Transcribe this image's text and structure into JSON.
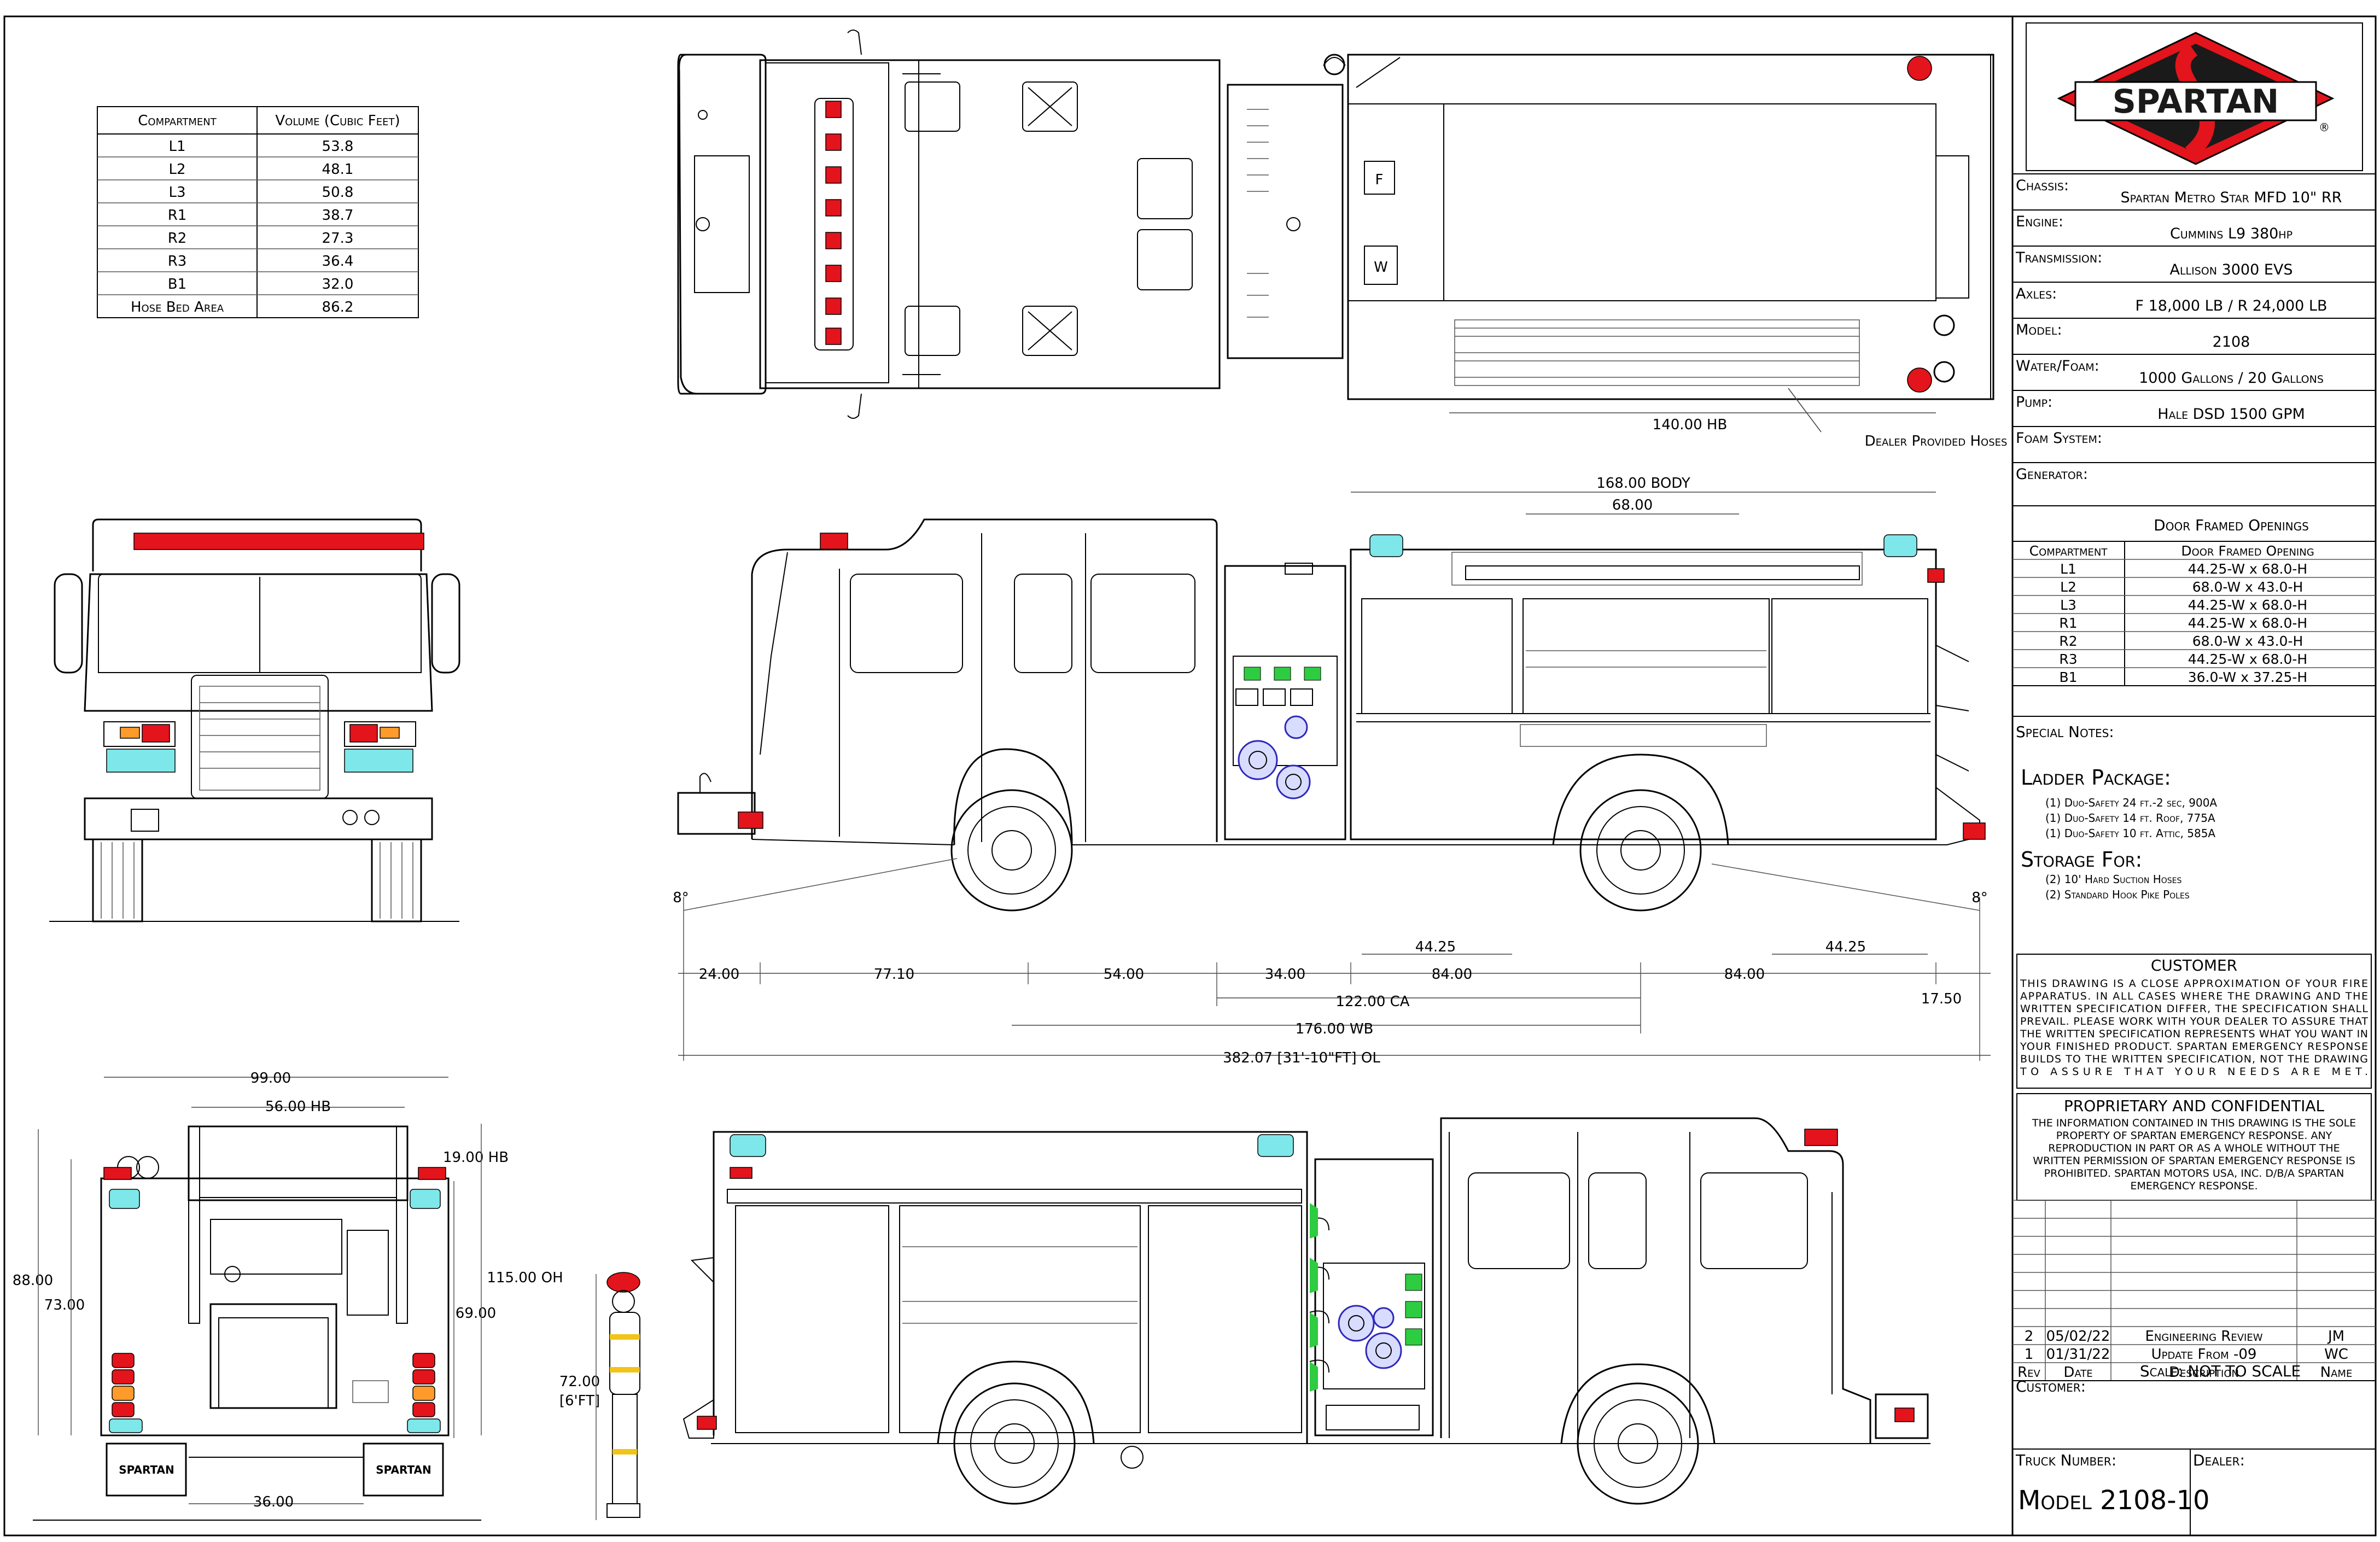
{
  "compartment_table": {
    "headers": [
      "Compartment",
      "Volume (Cubic Feet)"
    ],
    "rows": [
      [
        "L1",
        "53.8"
      ],
      [
        "L2",
        "48.1"
      ],
      [
        "L3",
        "50.8"
      ],
      [
        "R1",
        "38.7"
      ],
      [
        "R2",
        "27.3"
      ],
      [
        "R3",
        "36.4"
      ],
      [
        "B1",
        "32.0"
      ],
      [
        "Hose Bed Area",
        "86.2"
      ]
    ]
  },
  "brand": {
    "logo_text": "SPARTAN",
    "reg_mark": "®",
    "colors": {
      "red": "#e3141c",
      "black": "#1a1a1a"
    }
  },
  "specs": [
    {
      "label": "Chassis:",
      "value": "Spartan Metro Star MFD 10\" RR"
    },
    {
      "label": "Engine:",
      "value": "Cummins L9 380hp"
    },
    {
      "label": "Transmission:",
      "value": "Allison 3000 EVS"
    },
    {
      "label": "Axles:",
      "value": "F 18,000 LB / R 24,000 LB"
    },
    {
      "label": "Model:",
      "value": "2108"
    },
    {
      "label": "Water/Foam:",
      "value": "1000 Gallons / 20 Gallons"
    },
    {
      "label": "Pump:",
      "value": "Hale DSD 1500 GPM"
    },
    {
      "label": "Foam System:",
      "value": ""
    },
    {
      "label": "Generator:",
      "value": ""
    }
  ],
  "door_openings": {
    "title": "Door Framed Openings",
    "headers": [
      "Compartment",
      "Door Framed Opening"
    ],
    "rows": [
      [
        "L1",
        "44.25-W x 68.0-H"
      ],
      [
        "L2",
        "68.0-W x 43.0-H"
      ],
      [
        "L3",
        "44.25-W x 68.0-H"
      ],
      [
        "R1",
        "44.25-W x 68.0-H"
      ],
      [
        "R2",
        "68.0-W x 43.0-H"
      ],
      [
        "R3",
        "44.25-W x 68.0-H"
      ],
      [
        "B1",
        "36.0-W x 37.25-H"
      ]
    ]
  },
  "special_notes": {
    "label": "Special Notes:",
    "ladder_title": "Ladder Package:",
    "ladder_items": [
      "(1) Duo-Safety 24 ft.-2 sec, 900A",
      "(1) Duo-Safety 14 ft. Roof, 775A",
      "(1) Duo-Safety 10 ft. Attic, 585A"
    ],
    "storage_title": "Storage For:",
    "storage_items": [
      "(2) 10' Hard Suction Hoses",
      "(2) Standard Hook Pike Poles"
    ]
  },
  "customer_notice": {
    "title": "CUSTOMER",
    "lines": [
      "THIS DRAWING IS A CLOSE APPROXIMATION OF YOUR FIRE",
      "APPARATUS. IN ALL CASES WHERE THE DRAWING AND THE",
      "WRITTEN SPECIFICATION DIFFER, THE SPECIFICATION SHALL",
      "PREVAIL. PLEASE WORK WITH YOUR DEALER TO ASSURE THAT",
      "THE WRITTEN SPECIFICATION REPRESENTS WHAT YOU WANT IN",
      "YOUR FINISHED PRODUCT. SPARTAN EMERGENCY RESPONSE",
      "BUILDS TO THE WRITTEN SPECIFICATION, NOT THE DRAWING",
      "TO ASSURE THAT YOUR NEEDS ARE MET."
    ]
  },
  "proprietary_notice": {
    "title": "PROPRIETARY AND CONFIDENTIAL",
    "lines": [
      "THE INFORMATION CONTAINED IN THIS DRAWING IS THE SOLE",
      "PROPERTY OF SPARTAN EMERGENCY RESPONSE. ANY",
      "REPRODUCTION IN PART OR AS A WHOLE WITHOUT THE",
      "WRITTEN PERMISSION OF SPARTAN EMERGENCY RESPONSE IS",
      "PROHIBITED. SPARTAN MOTORS USA, INC. D/B/A SPARTAN",
      "EMERGENCY RESPONSE."
    ]
  },
  "revisions": {
    "headers": [
      "Rev",
      "Date",
      "Description",
      "Name"
    ],
    "rows": [
      [
        "2",
        "05/02/22",
        "Engineering Review",
        "JM"
      ],
      [
        "1",
        "01/31/22",
        "Update From -09",
        "WC"
      ]
    ]
  },
  "scale": "Scale:  NOT TO SCALE",
  "customer_label": "Customer:",
  "truck_number_label": "Truck Number:",
  "dealer_label": "Dealer:",
  "model_number": "Model 2108-10",
  "top_view": {
    "hose_bed": "140.00 HB",
    "dealer_hoses": "Dealer Provided Hoses",
    "marker_f": "F",
    "marker_w": "W"
  },
  "side_dims": {
    "body": "168.00 BODY",
    "center": "68.00",
    "angle_left": "8°",
    "angle_right": "8°",
    "d1": "24.00",
    "d2": "77.10",
    "d3": "54.00",
    "d4": "34.00",
    "d5": "84.00",
    "d6": "84.00",
    "d7": "17.50",
    "d8": "44.25",
    "d9": "44.25",
    "ca": "122.00 CA",
    "wb": "176.00 WB",
    "ol": "382.07 [31'-10\"FT] OL"
  },
  "rear_dims": {
    "w99": "99.00",
    "hb56": "56.00 HB",
    "hb19": "19.00 HB",
    "oh115": "115.00 OH",
    "h88": "88.00",
    "h73": "73.00",
    "h69": "69.00",
    "w36": "36.00",
    "person": "72.00",
    "person_ft": "[6'FT]"
  },
  "mud_flap_text": "SPARTAN"
}
